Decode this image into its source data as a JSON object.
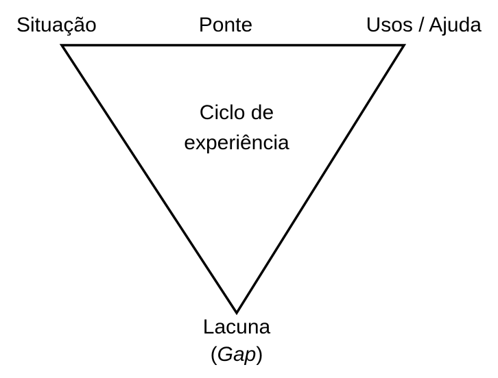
{
  "diagram": {
    "labels": {
      "top_left": "Situação",
      "top_center": "Ponte",
      "top_right": "Usos / Ajuda",
      "center_line1": "Ciclo de",
      "center_line2": "experiência",
      "bottom_main": "Lacuna",
      "gap_open": "(",
      "gap_word": "Gap",
      "gap_close": ")"
    },
    "colors": {
      "stroke": "#000000",
      "background": "#ffffff",
      "text": "#000000"
    }
  }
}
